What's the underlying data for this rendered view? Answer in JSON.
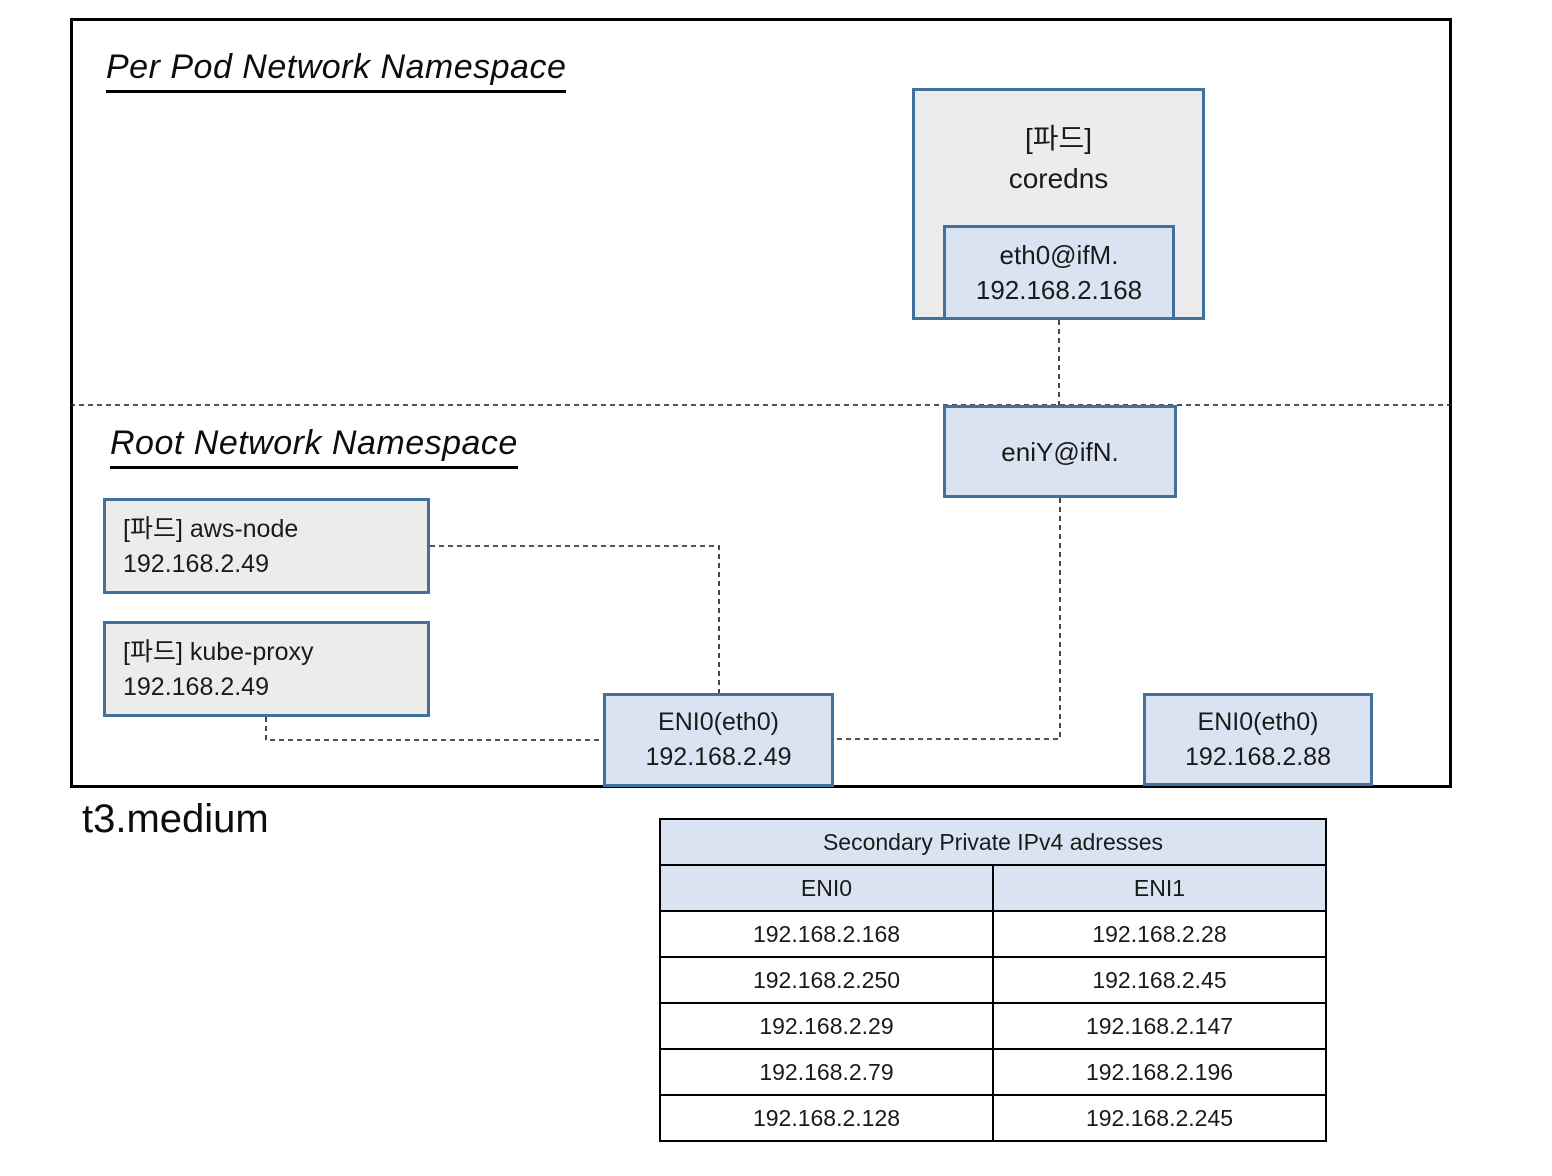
{
  "diagram": {
    "per_pod_namespace_title": "Per Pod Network Namespace",
    "root_namespace_title": "Root Network Namespace",
    "instance_type": "t3.medium",
    "pods": {
      "coredns": {
        "tag": "[파드]",
        "name": "coredns",
        "iface": {
          "label": "eth0@ifM.",
          "ip": "192.168.2.168"
        }
      },
      "aws_node": {
        "tag": "[파드]",
        "name": "aws-node",
        "ip": "192.168.2.49"
      },
      "kube_proxy": {
        "tag": "[파드]",
        "name": "kube-proxy",
        "ip": "192.168.2.49"
      }
    },
    "interfaces": {
      "eniY": {
        "label": "eniY@ifN."
      },
      "eni0_left": {
        "label": "ENI0(eth0)",
        "ip": "192.168.2.49"
      },
      "eni0_right": {
        "label": "ENI0(eth0)",
        "ip": "192.168.2.88"
      }
    }
  },
  "table": {
    "title": "Secondary Private IPv4 adresses",
    "columns": [
      "ENI0",
      "ENI1"
    ],
    "rows": [
      [
        "192.168.2.168",
        "192.168.2.28"
      ],
      [
        "192.168.2.250",
        "192.168.2.45"
      ],
      [
        "192.168.2.29",
        "192.168.2.147"
      ],
      [
        "192.168.2.79",
        "192.168.2.196"
      ],
      [
        "192.168.2.128",
        "192.168.2.245"
      ]
    ]
  },
  "colors": {
    "box_border_blue": "#41719C",
    "box_fill_blue": "#DAE3F1",
    "box_fill_gray": "#ECECEC",
    "frame_black": "#000000"
  }
}
